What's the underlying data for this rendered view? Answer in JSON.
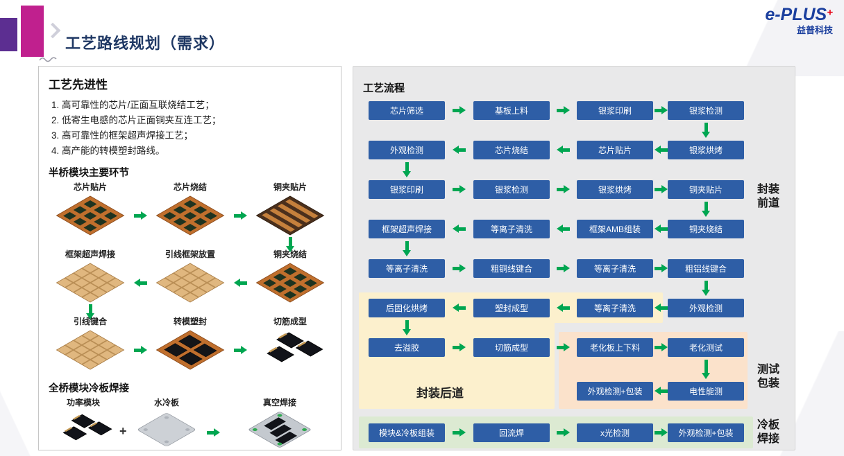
{
  "header": {
    "title": "工艺路线规划（需求）",
    "logo": {
      "brand": "e-PLUS",
      "plus": "+",
      "company": "益普科技"
    }
  },
  "left_panel": {
    "advancement": {
      "title": "工艺先进性",
      "items": [
        "1.  高可靠性的芯片/正面互联烧结工艺；",
        "2.  低寄生电感的芯片正面铜夹互连工艺；",
        "3.  高可靠性的框架超声焊接工艺；",
        "4.  高产能的转模塑封路线。"
      ]
    },
    "half_bridge": {
      "title": "半桥模块主要环节",
      "steps": [
        "芯片贴片",
        "芯片烧结",
        "铜夹贴片",
        "框架超声焊接",
        "引线框架放置",
        "铜夹烧结",
        "引线键合",
        "转模塑封",
        "切筋成型"
      ]
    },
    "full_bridge": {
      "title": "全桥模块冷板焊接",
      "plus": "+",
      "items": [
        "功率模块",
        "水冷板",
        "真空焊接"
      ]
    }
  },
  "right_panel": {
    "title": "工艺流程",
    "flow_rows": [
      [
        "芯片筛选",
        "基板上料",
        "银浆印刷",
        "银浆检测"
      ],
      [
        "外观检测",
        "芯片烧结",
        "芯片贴片",
        "银浆烘烤"
      ],
      [
        "银浆印刷",
        "银浆检测",
        "银浆烘烤",
        "铜夹贴片"
      ],
      [
        "框架超声焊接",
        "等离子清洗",
        "框架AMB组装",
        "铜夹烧结"
      ],
      [
        "等离子清洗",
        "粗铜线键合",
        "等离子清洗",
        "粗铝线键合"
      ],
      [
        "后固化烘烤",
        "塑封成型",
        "等离子清洗",
        "外观检测"
      ],
      [
        "去溢胶",
        "切筋成型",
        "老化板上下料",
        "老化测试"
      ],
      [
        "外观检测+包装",
        "电性能测"
      ],
      [
        "模块&冷板组装",
        "回流焊",
        "x光检测",
        "外观检测+包装"
      ]
    ],
    "stage_labels": {
      "front": "封装前道",
      "back": "封装后道",
      "test": "测试包装",
      "cold": "冷板焊接"
    }
  },
  "colors": {
    "box_blue": "#2e5ea6",
    "arrow_green": "#00a651",
    "region_yellow": "#fcf0cd",
    "region_orange": "#fbe2cb",
    "region_green": "#dcead2",
    "panel_gray": "#e9e9ea",
    "title_navy": "#1f3864",
    "brand_purple": "#5c2e91",
    "brand_magenta": "#c0208e",
    "logo_blue": "#1b3f9e",
    "logo_red": "#e60012"
  }
}
